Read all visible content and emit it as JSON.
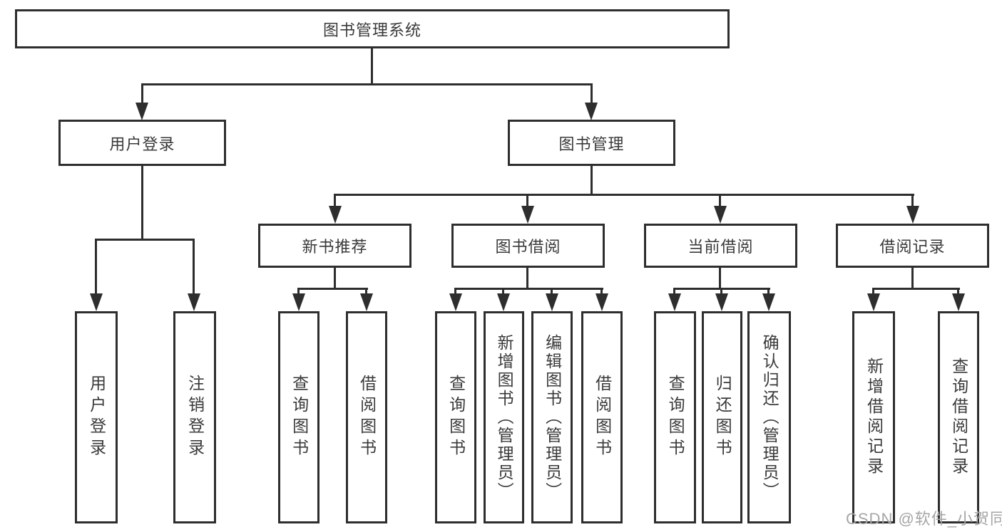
{
  "nodes": {
    "root": "图书管理系统",
    "user_login": "用户登录",
    "book_mgmt": "图书管理",
    "new_book_rec": "新书推荐",
    "book_borrow": "图书借阅",
    "current_borrow": "当前借阅",
    "borrow_record": "借阅记录",
    "leaf_user_login": "用户登录",
    "leaf_logout": "注销登录",
    "leaf_query_book_rec": "查询图书",
    "leaf_borrow_book_rec": "借阅图书",
    "leaf_query_book_borrow": "查询图书",
    "leaf_add_book_admin": "新增图书（管理员）",
    "leaf_edit_book_admin": "编辑图书（管理员）",
    "leaf_borrow_book_borrow": "借阅图书",
    "leaf_query_book_current": "查询图书",
    "leaf_return_book": "归还图书",
    "leaf_confirm_return_admin": "确认归还（管理员）",
    "leaf_add_borrow_record": "新增借阅记录",
    "leaf_query_borrow_record": "查询借阅记录"
  },
  "tree": {
    "图书管理系统": {
      "用户登录": [
        "用户登录",
        "注销登录"
      ],
      "图书管理": {
        "新书推荐": [
          "查询图书",
          "借阅图书"
        ],
        "图书借阅": [
          "查询图书",
          "新增图书（管理员）",
          "编辑图书（管理员）",
          "借阅图书"
        ],
        "当前借阅": [
          "查询图书",
          "归还图书",
          "确认归还（管理员）"
        ],
        "借阅记录": [
          "新增借阅记录",
          "查询借阅记录"
        ]
      }
    }
  },
  "watermark": {
    "text": "CSDN @软件_小贺同学"
  },
  "colors": {
    "line": "#2e2e2e",
    "text": "#3a3a3a",
    "watermark": "#a6a6a6",
    "background": "#ffffff"
  }
}
